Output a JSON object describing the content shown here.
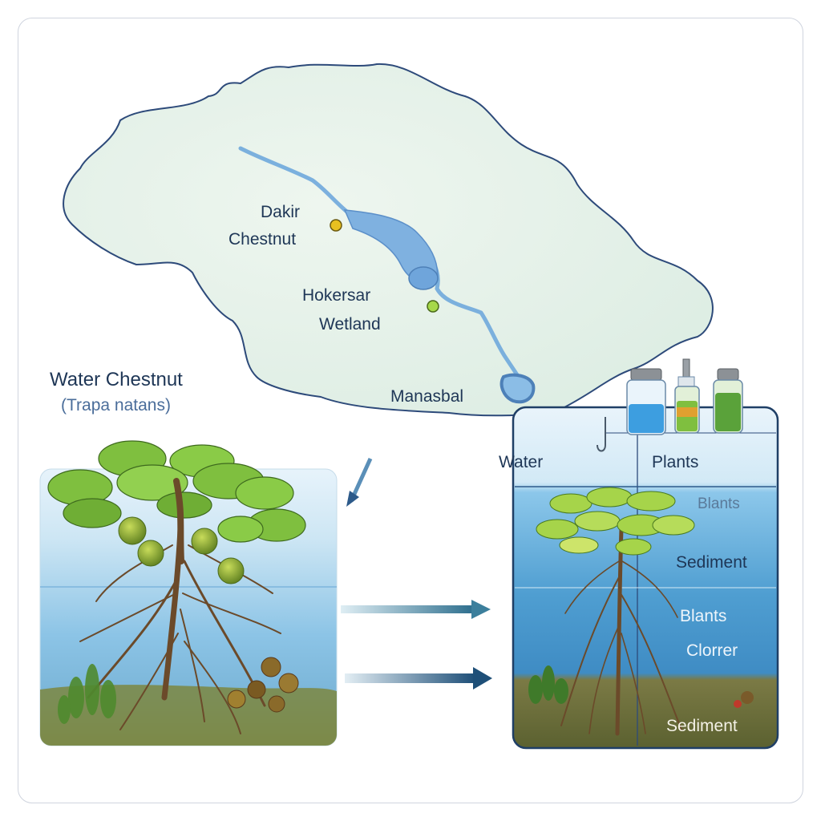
{
  "map": {
    "sites": [
      {
        "line1": "Dakir",
        "line2": "Chestnut"
      },
      {
        "line1": "Hokersar",
        "line2": "Wetland"
      },
      {
        "line1": "Manasbal"
      }
    ]
  },
  "species": {
    "common_name": "Water Chestnut",
    "scientific_name": "(Trapa natans)"
  },
  "sampling": {
    "col_water": "Water",
    "col_plants": "Plants",
    "zones": [
      "Blants",
      "Sediment",
      "Blants",
      "Clorrer",
      "Sediment"
    ]
  },
  "colors": {
    "water_top": "#bfe0f0",
    "water_deep": "#3f8cc4",
    "river": "#6fa8dc",
    "map_fill": "#e6f2e9",
    "map_border": "#2d4a7a",
    "sediment": "#6a7238",
    "leaf": "#7fbf3f",
    "arrow": "#3c7f9c",
    "site_marker": "#e8c020",
    "site_marker_green": "#a6d84a"
  }
}
